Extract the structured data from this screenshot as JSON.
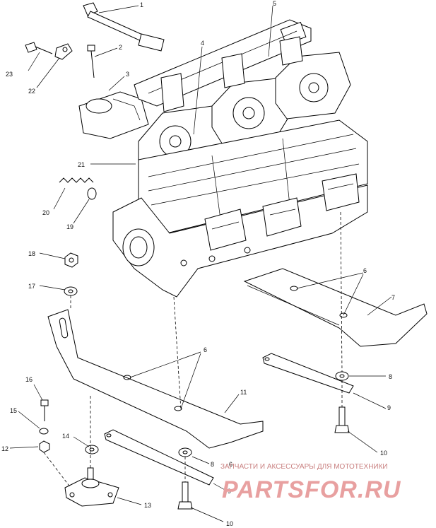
{
  "diagram": {
    "callouts": [
      {
        "id": "c1",
        "label": "1"
      },
      {
        "id": "c2",
        "label": "2"
      },
      {
        "id": "c3",
        "label": "3"
      },
      {
        "id": "c4",
        "label": "4"
      },
      {
        "id": "c5",
        "label": "5"
      },
      {
        "id": "c6a",
        "label": "6"
      },
      {
        "id": "c6b",
        "label": "6"
      },
      {
        "id": "c6c",
        "label": "6"
      },
      {
        "id": "c7",
        "label": "7"
      },
      {
        "id": "c8a",
        "label": "8"
      },
      {
        "id": "c8b",
        "label": "8"
      },
      {
        "id": "c9a",
        "label": "9"
      },
      {
        "id": "c9b",
        "label": "9"
      },
      {
        "id": "c10a",
        "label": "10"
      },
      {
        "id": "c10b",
        "label": "10"
      },
      {
        "id": "c11",
        "label": "11"
      },
      {
        "id": "c12",
        "label": "12"
      },
      {
        "id": "c13",
        "label": "13"
      },
      {
        "id": "c14",
        "label": "14"
      },
      {
        "id": "c15",
        "label": "15"
      },
      {
        "id": "c16",
        "label": "16"
      },
      {
        "id": "c17",
        "label": "17"
      },
      {
        "id": "c18",
        "label": "18"
      },
      {
        "id": "c19",
        "label": "19"
      },
      {
        "id": "c20",
        "label": "20"
      },
      {
        "id": "c21",
        "label": "21"
      },
      {
        "id": "c22",
        "label": "22"
      },
      {
        "id": "c23",
        "label": "23"
      }
    ]
  },
  "watermark": {
    "caption": "ЗАПЧАСТИ И АКСЕССУАРЫ ДЛЯ МОТОТЕХНИКИ",
    "logo_text": "PARTSFOR.RU",
    "color": "#e8a0a0"
  }
}
